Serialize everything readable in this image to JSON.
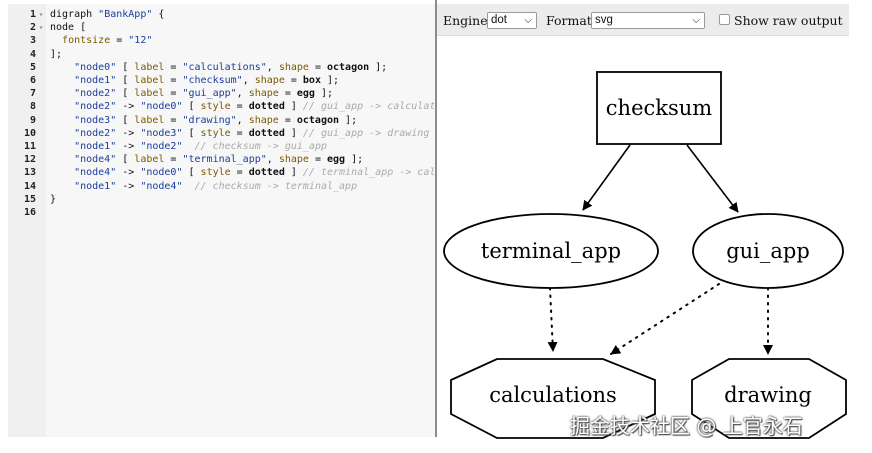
{
  "editor": {
    "lines": [
      {
        "n": "1",
        "fold": "▾",
        "tokens": [
          [
            "kw",
            "digraph "
          ],
          [
            "str",
            "\"BankApp\""
          ],
          [
            "pun",
            " {"
          ]
        ]
      },
      {
        "n": "2",
        "fold": "▾",
        "tokens": [
          [
            "kw",
            "node ["
          ]
        ]
      },
      {
        "n": "3",
        "fold": "",
        "tokens": [
          [
            "pun",
            "  "
          ],
          [
            "attr",
            "fontsize"
          ],
          [
            "pun",
            " = "
          ],
          [
            "str",
            "\"12\""
          ]
        ]
      },
      {
        "n": "4",
        "fold": "",
        "tokens": [
          [
            "pun",
            "];"
          ]
        ]
      },
      {
        "n": "5",
        "fold": "",
        "tokens": [
          [
            "str",
            "    \"node0\""
          ],
          [
            "pun",
            " [ "
          ],
          [
            "attr",
            "label"
          ],
          [
            "pun",
            " = "
          ],
          [
            "str",
            "\"calculations\""
          ],
          [
            "pun",
            ", "
          ],
          [
            "attr",
            "shape"
          ],
          [
            "pun",
            " = "
          ],
          [
            "val",
            "octagon"
          ],
          [
            "pun",
            " ];"
          ]
        ]
      },
      {
        "n": "6",
        "fold": "",
        "tokens": [
          [
            "str",
            "    \"node1\""
          ],
          [
            "pun",
            " [ "
          ],
          [
            "attr",
            "label"
          ],
          [
            "pun",
            " = "
          ],
          [
            "str",
            "\"checksum\""
          ],
          [
            "pun",
            ", "
          ],
          [
            "attr",
            "shape"
          ],
          [
            "pun",
            " = "
          ],
          [
            "val",
            "box"
          ],
          [
            "pun",
            " ];"
          ]
        ]
      },
      {
        "n": "7",
        "fold": "",
        "tokens": [
          [
            "str",
            "    \"node2\""
          ],
          [
            "pun",
            " [ "
          ],
          [
            "attr",
            "label"
          ],
          [
            "pun",
            " = "
          ],
          [
            "str",
            "\"gui_app\""
          ],
          [
            "pun",
            ", "
          ],
          [
            "attr",
            "shape"
          ],
          [
            "pun",
            " = "
          ],
          [
            "val",
            "egg"
          ],
          [
            "pun",
            " ];"
          ]
        ]
      },
      {
        "n": "8",
        "fold": "",
        "tokens": [
          [
            "str",
            "    \"node2\""
          ],
          [
            "pun",
            " -> "
          ],
          [
            "str",
            "\"node0\""
          ],
          [
            "pun",
            " [ "
          ],
          [
            "attr",
            "style"
          ],
          [
            "pun",
            " = "
          ],
          [
            "val",
            "dotted"
          ],
          [
            "pun",
            " ] "
          ],
          [
            "cmt",
            "// gui_app -> calculations"
          ]
        ]
      },
      {
        "n": "9",
        "fold": "",
        "tokens": [
          [
            "str",
            "    \"node3\""
          ],
          [
            "pun",
            " [ "
          ],
          [
            "attr",
            "label"
          ],
          [
            "pun",
            " = "
          ],
          [
            "str",
            "\"drawing\""
          ],
          [
            "pun",
            ", "
          ],
          [
            "attr",
            "shape"
          ],
          [
            "pun",
            " = "
          ],
          [
            "val",
            "octagon"
          ],
          [
            "pun",
            " ];"
          ]
        ]
      },
      {
        "n": "10",
        "fold": "",
        "tokens": [
          [
            "str",
            "    \"node2\""
          ],
          [
            "pun",
            " -> "
          ],
          [
            "str",
            "\"node3\""
          ],
          [
            "pun",
            " [ "
          ],
          [
            "attr",
            "style"
          ],
          [
            "pun",
            " = "
          ],
          [
            "val",
            "dotted"
          ],
          [
            "pun",
            " ] "
          ],
          [
            "cmt",
            "// gui_app -> drawing"
          ]
        ]
      },
      {
        "n": "11",
        "fold": "",
        "tokens": [
          [
            "str",
            "    \"node1\""
          ],
          [
            "pun",
            " -> "
          ],
          [
            "str",
            "\"node2\""
          ],
          [
            "pun",
            "  "
          ],
          [
            "cmt",
            "// checksum -> gui_app"
          ]
        ]
      },
      {
        "n": "12",
        "fold": "",
        "tokens": [
          [
            "str",
            "    \"node4\""
          ],
          [
            "pun",
            " [ "
          ],
          [
            "attr",
            "label"
          ],
          [
            "pun",
            " = "
          ],
          [
            "str",
            "\"terminal_app\""
          ],
          [
            "pun",
            ", "
          ],
          [
            "attr",
            "shape"
          ],
          [
            "pun",
            " = "
          ],
          [
            "val",
            "egg"
          ],
          [
            "pun",
            " ];"
          ]
        ]
      },
      {
        "n": "13",
        "fold": "",
        "tokens": [
          [
            "str",
            "    \"node4\""
          ],
          [
            "pun",
            " -> "
          ],
          [
            "str",
            "\"node0\""
          ],
          [
            "pun",
            " [ "
          ],
          [
            "attr",
            "style"
          ],
          [
            "pun",
            " = "
          ],
          [
            "val",
            "dotted"
          ],
          [
            "pun",
            " ] "
          ],
          [
            "cmt",
            "// terminal_app -> calculations"
          ]
        ]
      },
      {
        "n": "14",
        "fold": "",
        "tokens": [
          [
            "str",
            "    \"node1\""
          ],
          [
            "pun",
            " -> "
          ],
          [
            "str",
            "\"node4\""
          ],
          [
            "pun",
            "  "
          ],
          [
            "cmt",
            "// checksum -> terminal_app"
          ]
        ]
      },
      {
        "n": "15",
        "fold": "",
        "tokens": [
          [
            "pun",
            "}"
          ]
        ]
      },
      {
        "n": "16",
        "fold": "",
        "tokens": []
      }
    ]
  },
  "toolbar": {
    "engine_label": "Engine:",
    "engine_value": "dot",
    "format_label": "Format:",
    "format_value": "svg",
    "raw_output_label": "Show raw output",
    "raw_output_checked": false
  },
  "graph": {
    "nodes": {
      "checksum": "checksum",
      "terminal_app": "terminal_app",
      "gui_app": "gui_app",
      "calculations": "calculations",
      "drawing": "drawing"
    }
  },
  "watermark": "掘金技术社区 @ 上官永石"
}
